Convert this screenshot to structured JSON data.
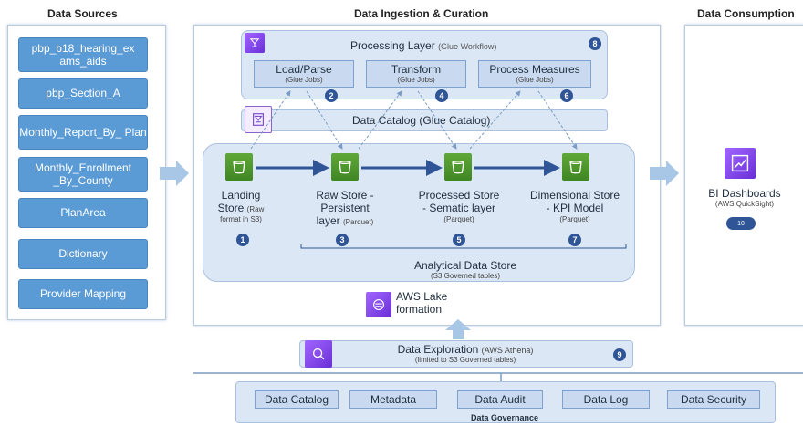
{
  "titles": {
    "sources": "Data Sources",
    "ingestion": "Data Ingestion & Curation",
    "consumption": "Data Consumption"
  },
  "sources": [
    "pbp_b18_hearing_ex ams_aids",
    "pbp_Section_A",
    "Monthly_Report_By_ Plan",
    "Monthly_Enrollment _By_County",
    "PlanArea",
    "Dictionary",
    "Provider Mapping"
  ],
  "processing": {
    "title": "Processing Layer",
    "subtitle": "(Glue Workflow)",
    "badge": "8",
    "jobs": [
      {
        "label": "Load/Parse",
        "sub": "(Glue Jobs)",
        "badge": "2"
      },
      {
        "label": "Transform",
        "sub": "(Glue Jobs)",
        "badge": "4"
      },
      {
        "label": "Process Measures",
        "sub": "(Glue Jobs)",
        "badge": "6"
      }
    ]
  },
  "catalog": {
    "label": "Data Catalog (Glue Catalog)"
  },
  "stores": [
    {
      "line1": "Landing",
      "line2": "Store",
      "line2_small": "(Raw",
      "line3_small": "format in S3)",
      "badge": "1"
    },
    {
      "line1": "Raw Store -",
      "line2": "Persistent",
      "line3": "layer",
      "line3_small": "(Parquet)",
      "badge": "3"
    },
    {
      "line1": "Processed Store",
      "line2": "- Sematic layer",
      "line3_small": "(Parquet)",
      "badge": "5"
    },
    {
      "line1": "Dimensional Store",
      "line2": "- KPI Model",
      "line3_small": "(Parquet)",
      "badge": "7"
    }
  ],
  "analytical": {
    "title": "Analytical Data Store",
    "subtitle": "(S3 Governed tables)"
  },
  "lake": {
    "line1": "AWS Lake",
    "line2": "formation"
  },
  "consumption": {
    "title": "BI Dashboards",
    "subtitle": "(AWS QuickSight)",
    "badge": "10"
  },
  "exploration": {
    "title": "Data Exploration",
    "title_small": "(AWS Athena)",
    "subtitle": "(limited to S3 Governed tables)",
    "badge": "9"
  },
  "governance": {
    "title": "Data Governance",
    "items": [
      "Data Catalog",
      "Metadata",
      "Data Audit",
      "Data Log",
      "Data Security"
    ]
  },
  "colors": {
    "accent": "#5b9bd5",
    "badge": "#2f5597",
    "s3_green": "#3f8624",
    "purple": "#8c4fff"
  }
}
